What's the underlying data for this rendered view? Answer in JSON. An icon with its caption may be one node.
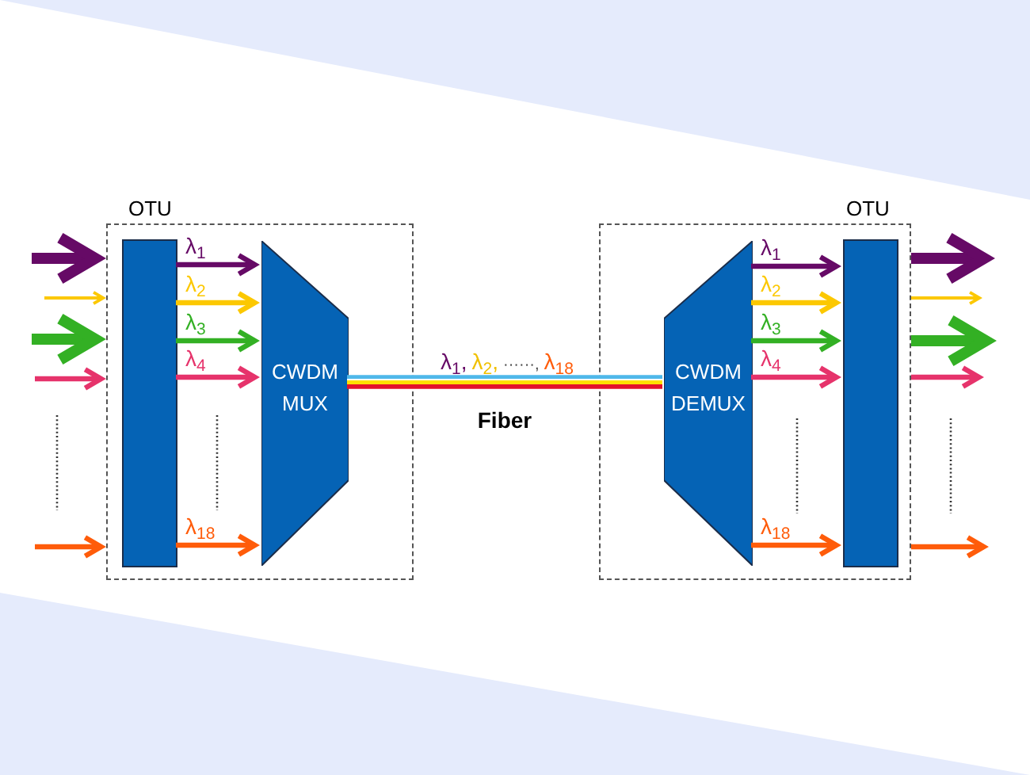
{
  "diagram": {
    "nodes": [
      {
        "text": [
          "OTU"
        ]
      },
      {
        "text": [],
        "shape": "bar",
        "in": 0
      },
      {
        "text": [
          "CWDM MUX"
        ],
        "in": 0
      },
      {
        "text": [
          "OTU"
        ]
      },
      {
        "text": [
          "CWDM DEMUX"
        ],
        "in": 3
      },
      {
        "text": [],
        "shape": "bar",
        "in": 3
      }
    ],
    "edges": [
      {
        "from": null,
        "to": 0,
        "arrow": "to",
        "style": "thick",
        "color": "#660a66"
      },
      {
        "from": null,
        "to": 0,
        "arrow": "to",
        "color": "#fcc800"
      },
      {
        "from": null,
        "to": 0,
        "arrow": "to",
        "style": "thick",
        "color": "#33b024"
      },
      {
        "from": null,
        "to": 0,
        "arrow": "to",
        "color": "#e6336b"
      },
      {
        "from": null,
        "to": 0,
        "arrow": "to",
        "color": "#ff5c0a"
      },
      {
        "from": 1,
        "to": 2,
        "arrow": "to",
        "label": "λ$_{1}$",
        "color": "#660a66"
      },
      {
        "from": 1,
        "to": 2,
        "arrow": "to",
        "label": "λ$_{2}$",
        "color": "#fcc800"
      },
      {
        "from": 1,
        "to": 2,
        "arrow": "to",
        "label": "λ$_{3}$",
        "color": "#33b024"
      },
      {
        "from": 1,
        "to": 2,
        "arrow": "to",
        "label": "λ$_{4}$",
        "color": "#e6336b"
      },
      {
        "from": 1,
        "to": 2,
        "arrow": "to",
        "label": "λ$_{18}$",
        "color": "#ff5c0a"
      },
      {
        "from": 2,
        "to": 4,
        "arrow": "none",
        "label": "Fiber"
      },
      {
        "from": 4,
        "to": 5,
        "arrow": "to",
        "label": "λ$_{1}$",
        "color": "#660a66"
      },
      {
        "from": 4,
        "to": 5,
        "arrow": "to",
        "label": "λ$_{2}$",
        "color": "#fcc800"
      },
      {
        "from": 4,
        "to": 5,
        "arrow": "to",
        "label": "λ$_{3}$",
        "color": "#33b024"
      },
      {
        "from": 4,
        "to": 5,
        "arrow": "to",
        "label": "λ$_{4}$",
        "color": "#e6336b"
      },
      {
        "from": 4,
        "to": 5,
        "arrow": "to",
        "label": "λ$_{18}$",
        "color": "#ff5c0a"
      },
      {
        "from": 3,
        "to": null,
        "arrow": "to",
        "style": "thick",
        "color": "#660a66"
      },
      {
        "from": 3,
        "to": null,
        "arrow": "to",
        "color": "#fcc800"
      },
      {
        "from": 3,
        "to": null,
        "arrow": "to",
        "style": "thick",
        "color": "#33b024"
      },
      {
        "from": 3,
        "to": null,
        "arrow": "to",
        "color": "#e6336b"
      },
      {
        "from": 3,
        "to": null,
        "arrow": "to",
        "color": "#ff5c0a"
      }
    ],
    "labels": [
      "λ$_{1}$,",
      "λ$_{2}$,",
      "······,",
      "λ$_{18}$"
    ]
  }
}
